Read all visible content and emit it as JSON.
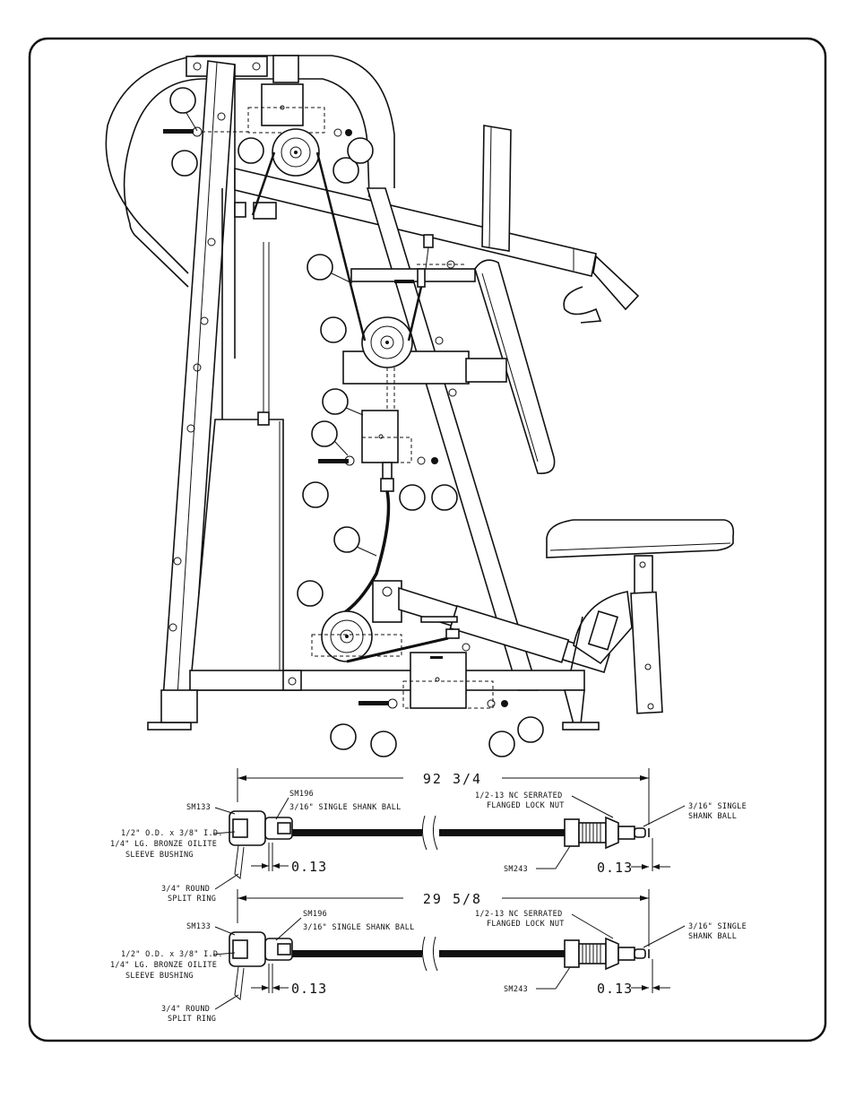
{
  "cable_1": {
    "overall_length": "92 3/4",
    "end_offset_left": "0.13",
    "end_offset_right": "0.13",
    "part_clevis": "SM133",
    "part_ball_left": "SM196",
    "ball_left_desc": "3/16\" SINGLE SHANK BALL",
    "bushing_desc": [
      "1/2\" O.D. x 3/8\" I.D.",
      "1/4\" LG. BRONZE OILITE",
      "SLEEVE BUSHING"
    ],
    "split_ring_desc": [
      "3/4\" ROUND",
      "SPLIT RING"
    ],
    "nut_desc": [
      "1/2-13 NC SERRATED",
      "FLANGED LOCK NUT"
    ],
    "part_stud": "SM243",
    "ball_right_desc": [
      "3/16\" SINGLE",
      "SHANK BALL"
    ]
  },
  "cable_2": {
    "overall_length": "29 5/8",
    "end_offset_left": "0.13",
    "end_offset_right": "0.13",
    "part_clevis": "SM133",
    "part_ball_left": "SM196",
    "ball_left_desc": "3/16\" SINGLE SHANK BALL",
    "bushing_desc": [
      "1/2\" O.D. x 3/8\" I.D.",
      "1/4\" LG. BRONZE OILITE",
      "SLEEVE BUSHING"
    ],
    "split_ring_desc": [
      "3/4\" ROUND",
      "SPLIT RING"
    ],
    "nut_desc": [
      "1/2-13 NC SERRATED",
      "FLANGED LOCK NUT"
    ],
    "part_stud": "SM243",
    "ball_right_desc": [
      "3/16\" SINGLE",
      "SHANK BALL"
    ]
  },
  "colors": {
    "line": "#111111",
    "paper": "#ffffff"
  }
}
